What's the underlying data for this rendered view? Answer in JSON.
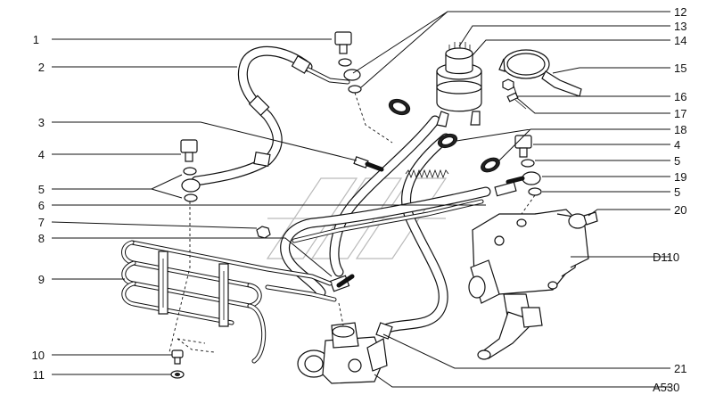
{
  "labels_left": [
    {
      "id": "1",
      "text": "1"
    },
    {
      "id": "2",
      "text": "2"
    },
    {
      "id": "3",
      "text": "3"
    },
    {
      "id": "4",
      "text": "4"
    },
    {
      "id": "5",
      "text": "5"
    },
    {
      "id": "6",
      "text": "6"
    },
    {
      "id": "7",
      "text": "7"
    },
    {
      "id": "8",
      "text": "8"
    },
    {
      "id": "9",
      "text": "9"
    },
    {
      "id": "10",
      "text": "10"
    },
    {
      "id": "11",
      "text": "11"
    }
  ],
  "labels_right": [
    {
      "id": "12",
      "text": "12"
    },
    {
      "id": "13",
      "text": "13"
    },
    {
      "id": "14",
      "text": "14"
    },
    {
      "id": "15",
      "text": "15"
    },
    {
      "id": "16",
      "text": "16"
    },
    {
      "id": "17",
      "text": "17"
    },
    {
      "id": "18",
      "text": "18"
    },
    {
      "id": "4b",
      "text": "4"
    },
    {
      "id": "5b",
      "text": "5"
    },
    {
      "id": "19",
      "text": "19"
    },
    {
      "id": "5c",
      "text": "5"
    },
    {
      "id": "20",
      "text": "20"
    },
    {
      "id": "D110",
      "text": "D110"
    },
    {
      "id": "21",
      "text": "21"
    },
    {
      "id": "A530",
      "text": "A530"
    }
  ]
}
